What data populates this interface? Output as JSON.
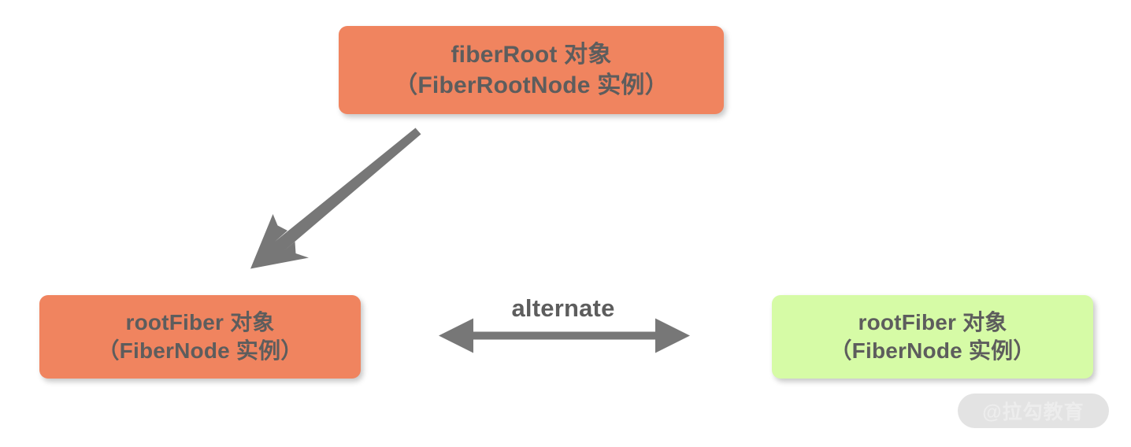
{
  "diagram": {
    "title_text": "",
    "background_color": "#ffffff",
    "nodes": [
      {
        "id": "fiberRoot",
        "line1": "fiberRoot 对象",
        "line2": "（FiberRootNode 实例）",
        "color": "#F0845F",
        "text_color": "#5d5d5d"
      },
      {
        "id": "rootFiber-current",
        "line1": "rootFiber 对象",
        "line2": "（FiberNode 实例）",
        "color": "#F0845F",
        "text_color": "#5d5d5d"
      },
      {
        "id": "rootFiber-alternate",
        "line1": "rootFiber 对象",
        "line2": "（FiberNode 实例）",
        "color": "#D6FBA6",
        "text_color": "#5d5d5d"
      }
    ],
    "connectors": [
      {
        "id": "fiberroot-to-rootfiber",
        "kind": "single-headed-arrow",
        "label": "",
        "color": "#777777",
        "from": "fiberRoot",
        "to": "rootFiber-current"
      },
      {
        "id": "alternate-link",
        "kind": "double-headed-arrow",
        "label": "alternate",
        "color": "#777777",
        "from": "rootFiber-current",
        "to": "rootFiber-alternate"
      }
    ]
  },
  "watermark": {
    "text": "@拉勾教育",
    "pill_color": "#E3E3E3",
    "text_color": "#EDEDED"
  }
}
